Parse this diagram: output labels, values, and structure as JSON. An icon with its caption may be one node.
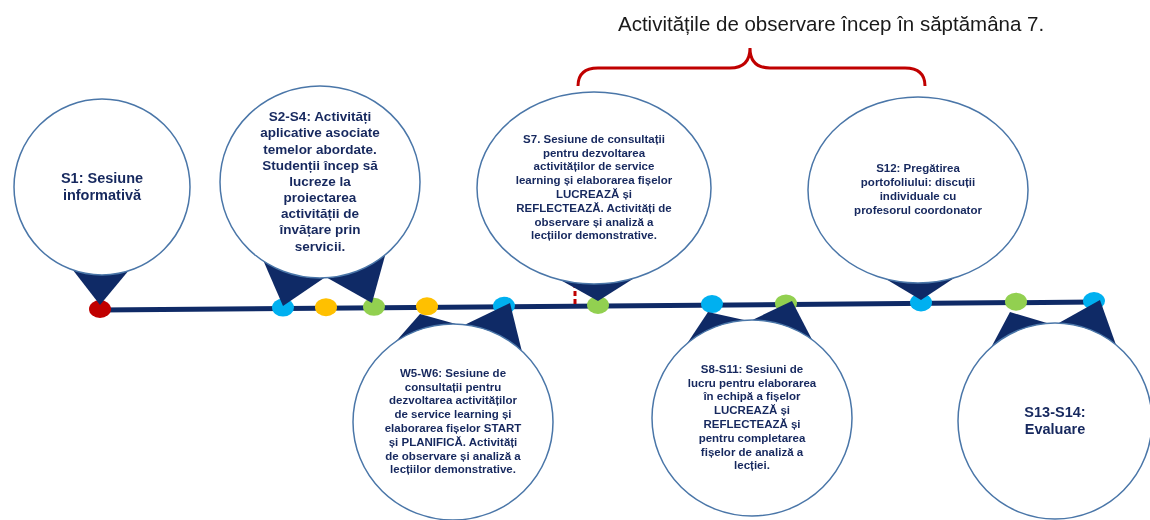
{
  "diagram": {
    "nodes": [
      {
        "text": [
          "S1: Sesiune informativă"
        ]
      },
      {
        "text": [
          "S2-S4: Activități aplicative asociate temelor abordate. Studenții încep să lucreze la proiectarea activității de învățare prin servicii."
        ]
      },
      {
        "text": [
          "S7. Sesiune de consultații pentru dezvoltarea activităților de service learning și elaborarea fișelor LUCREAZĂ și REFLECTEAZĂ. Activități de observare și analiză a lecțiilor demonstrative."
        ]
      },
      {
        "text": [
          "S12: Pregătirea portofoliului: discuții individuale cu profesorul coordonator"
        ]
      },
      {
        "text": [
          "W5-W6: Sesiune de consultații pentru dezvoltarea activităților de service learning și elaborarea fișelor START și PLANIFICĂ. Activități de observare și analiză a lecțiilor demonstrative."
        ]
      },
      {
        "text": [
          "S8-S11: Sesiuni de lucru pentru elaborarea în echipă a fișelor LUCREAZĂ și REFLECTEAZĂ și pentru completarea fișelor de analiză a lecției."
        ]
      },
      {
        "text": [
          "S13-S14: Evaluare"
        ]
      }
    ],
    "labels": [
      "Activitățile de observare încep în săptămâna 7."
    ]
  }
}
